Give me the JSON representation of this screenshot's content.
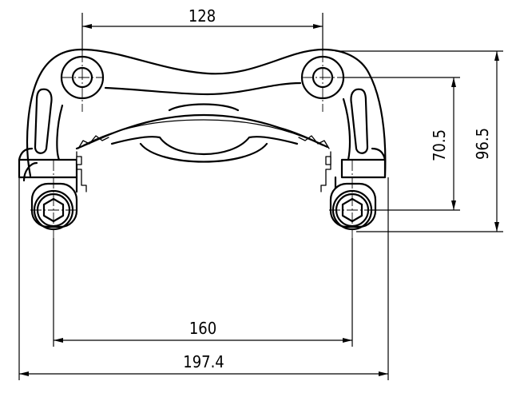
{
  "dimensions": {
    "top_hole_spacing": "128",
    "bottom_bolt_spacing": "160",
    "overall_width": "197.4",
    "inner_height": "70.5",
    "overall_height": "96.5"
  }
}
